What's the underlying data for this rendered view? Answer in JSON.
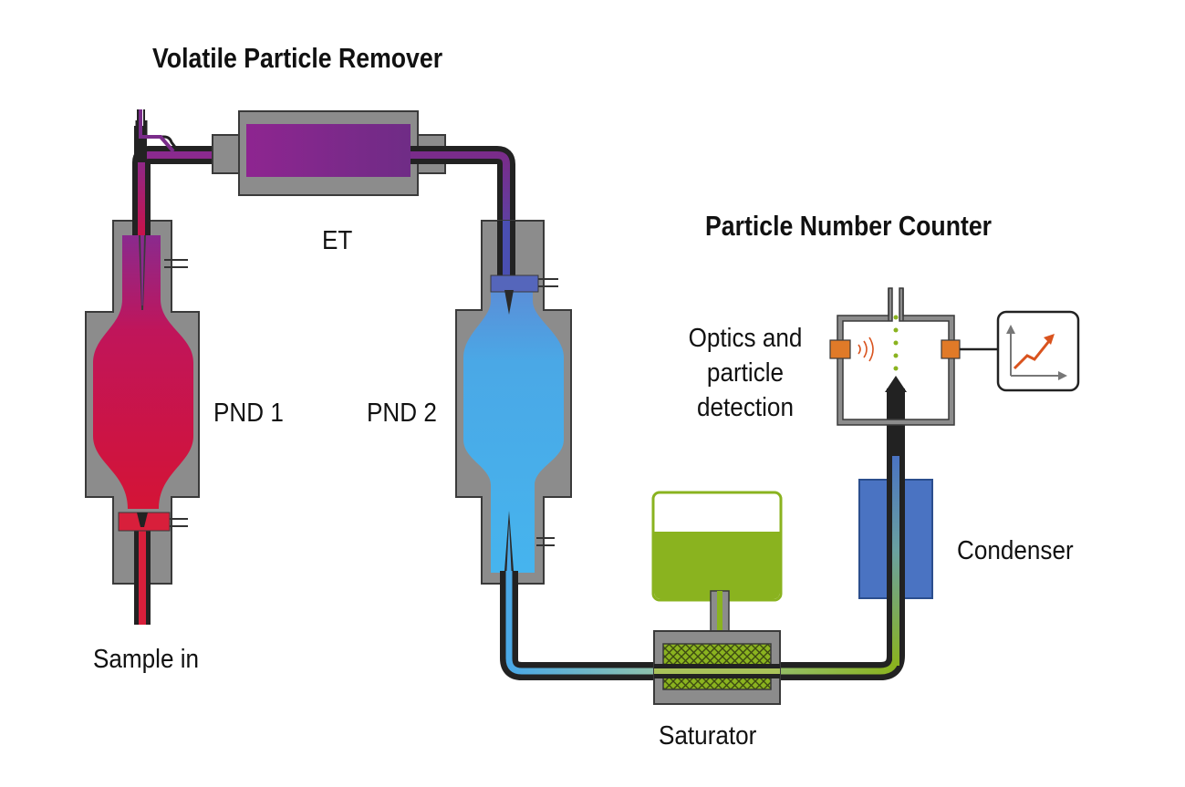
{
  "headings": {
    "vpr": "Volatile Particle Remover",
    "pnc": "Particle Number Counter"
  },
  "labels": {
    "et": "ET",
    "pnd1": "PND 1",
    "pnd2": "PND 2",
    "optics": [
      "Optics and",
      "particle",
      "detection"
    ],
    "condenser": "Condenser",
    "sample_in": "Sample in",
    "saturator": "Saturator"
  },
  "colors": {
    "housing": "#8c8c8c",
    "housing_outline": "#3a3a3a",
    "tube": "#222222",
    "pnd1_fill": "#c8124a",
    "sample_line": "#d81f3b",
    "et_fill": "#7d2a8c",
    "pnd2_fill": "#4aa8e6",
    "inlet_block": "#5566bb",
    "fluid": "#8ab31f",
    "condenser": "#4a73c2",
    "detector": "#e07a28",
    "signal": "#d9531e"
  }
}
